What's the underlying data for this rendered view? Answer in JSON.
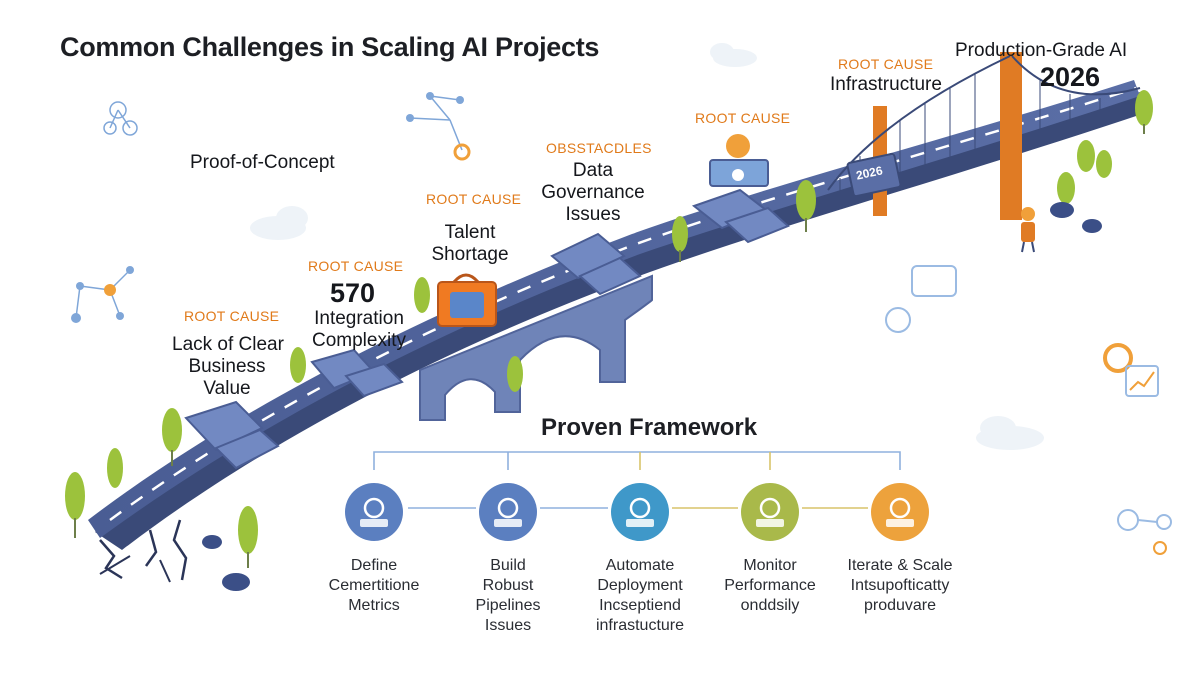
{
  "title": "Common Challenges in Scaling AI Projects",
  "start_label": "Proof-of-Concept",
  "goal": {
    "label": "Production-Grade AI",
    "year": "2026",
    "sign": "2026"
  },
  "challenges": [
    {
      "tag": "ROOT CAUSE",
      "lines": [
        "Lack of Clear",
        "Business",
        "Value"
      ]
    },
    {
      "tag": "ROOT CAUSE",
      "number": "570",
      "lines": [
        "Integration",
        "Complexity"
      ]
    },
    {
      "tag": "ROOT CAUSE",
      "lines": [
        "Talent",
        "Shortage"
      ]
    },
    {
      "tag": "OBSSTACDLES",
      "lines": [
        "Data",
        "Governance",
        "Issues"
      ]
    },
    {
      "tag": "ROOT CAUSE",
      "lines": []
    },
    {
      "tag": "ROOT CAUSE",
      "lines": [
        "Infrastructure"
      ]
    }
  ],
  "framework": {
    "title": "Proven Framework",
    "steps": [
      {
        "lines": [
          "Define",
          "Cemertitione",
          "Metrics"
        ],
        "icon": "target-people-icon",
        "color": "#5b7fc0"
      },
      {
        "lines": [
          "Build",
          "Robust",
          "Pipelines",
          "Issues"
        ],
        "icon": "pipeline-gear-icon",
        "color": "#5b7fc0"
      },
      {
        "lines": [
          "Automate",
          "Deployment",
          "Incseptiend",
          "infrastucture"
        ],
        "icon": "automation-network-icon",
        "color": "#3f98c9"
      },
      {
        "lines": [
          "Monitor",
          "Performance",
          "onddsily"
        ],
        "icon": "monitor-people-icon",
        "color": "#a9b94a"
      },
      {
        "lines": [
          "Iterate & Scale",
          "Intsupofticatty",
          "produvare"
        ],
        "icon": "iterate-scale-icon",
        "color": "#eda23c"
      }
    ]
  },
  "colors": {
    "road": "#4c5f96",
    "road_dark": "#3a4a78",
    "accent": "#e07a1a",
    "bridge": "#e07b24",
    "tree": "#9cc23c"
  }
}
